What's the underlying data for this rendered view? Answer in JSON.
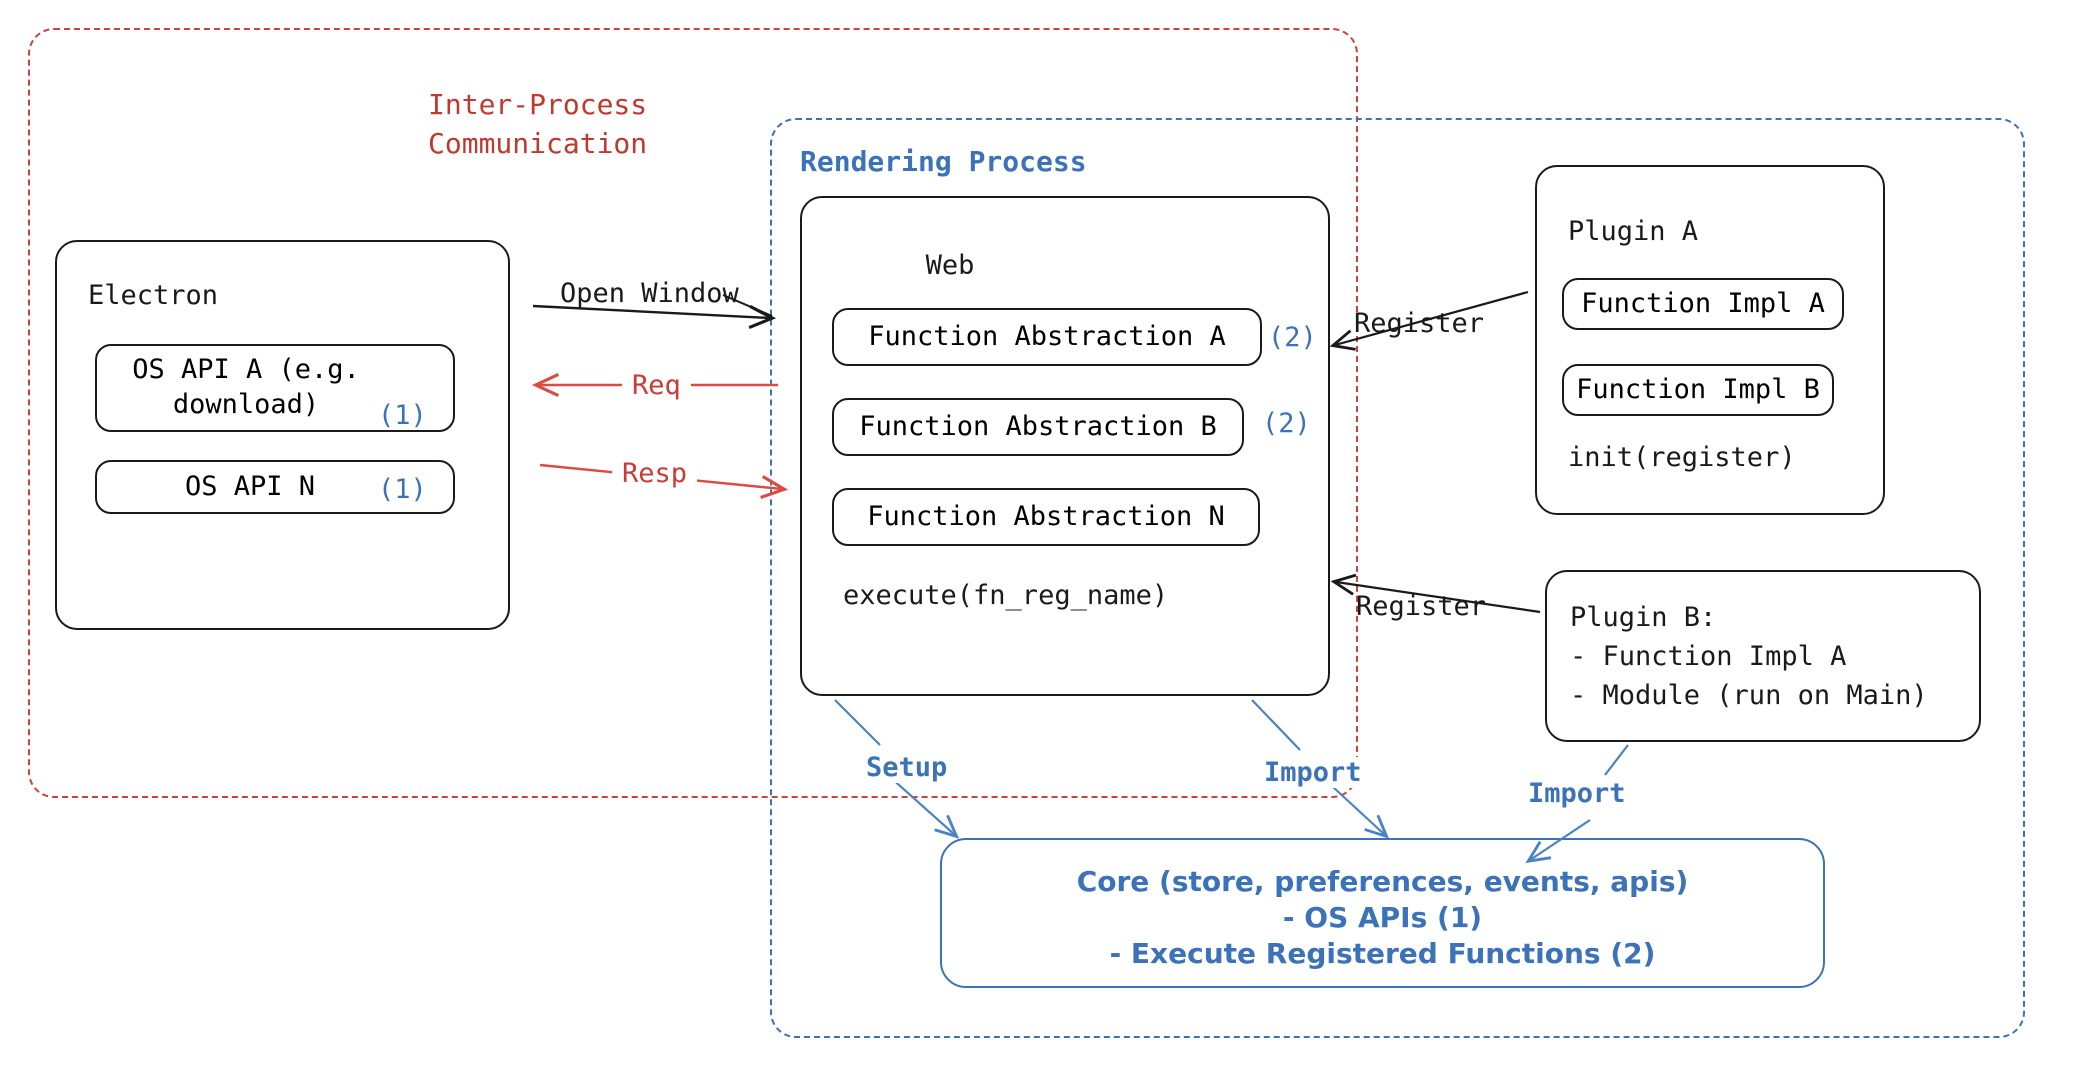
{
  "diagram": {
    "title": "Electron plugin architecture",
    "colors": {
      "red": "#cc3b33",
      "blue": "#3b72b8",
      "black": "#1a1a1a"
    },
    "groups": {
      "ipc": {
        "label": "Inter-Process\nCommunication"
      },
      "rendering": {
        "label": "Rendering Process"
      }
    },
    "electron": {
      "title": "Electron",
      "apis": [
        {
          "label": "OS API A (e.g.\ndownload)",
          "marker": "(1)"
        },
        {
          "label": "OS API N",
          "marker": "(1)"
        }
      ]
    },
    "web": {
      "title": "Web",
      "functions": [
        {
          "label": "Function Abstraction A",
          "marker": "(2)"
        },
        {
          "label": "Function Abstraction B",
          "marker": "(2)"
        },
        {
          "label": "Function Abstraction N",
          "marker": ""
        }
      ],
      "footer": "execute(fn_reg_name)"
    },
    "plugin_a": {
      "title": "Plugin A",
      "items": [
        {
          "label": "Function Impl A"
        },
        {
          "label": "Function Impl B"
        }
      ],
      "footer": "init(register)"
    },
    "plugin_b": {
      "text": "Plugin B:\n- Function Impl A\n- Module (run on Main)"
    },
    "core": {
      "line1": "Core (store, preferences, events, apis)",
      "line2": "- OS APIs (1)",
      "line3": "- Execute Registered Functions (2)"
    },
    "edges": [
      {
        "id": "open-window",
        "label": "Open Window",
        "color": "black"
      },
      {
        "id": "req",
        "label": "Req",
        "color": "red"
      },
      {
        "id": "resp",
        "label": "Resp",
        "color": "red"
      },
      {
        "id": "register-a",
        "label": "Register",
        "color": "black"
      },
      {
        "id": "register-b",
        "label": "Register",
        "color": "black"
      },
      {
        "id": "setup",
        "label": "Setup",
        "color": "blue"
      },
      {
        "id": "import-web",
        "label": "Import",
        "color": "blue"
      },
      {
        "id": "import-plugin",
        "label": "Import",
        "color": "blue"
      }
    ]
  }
}
